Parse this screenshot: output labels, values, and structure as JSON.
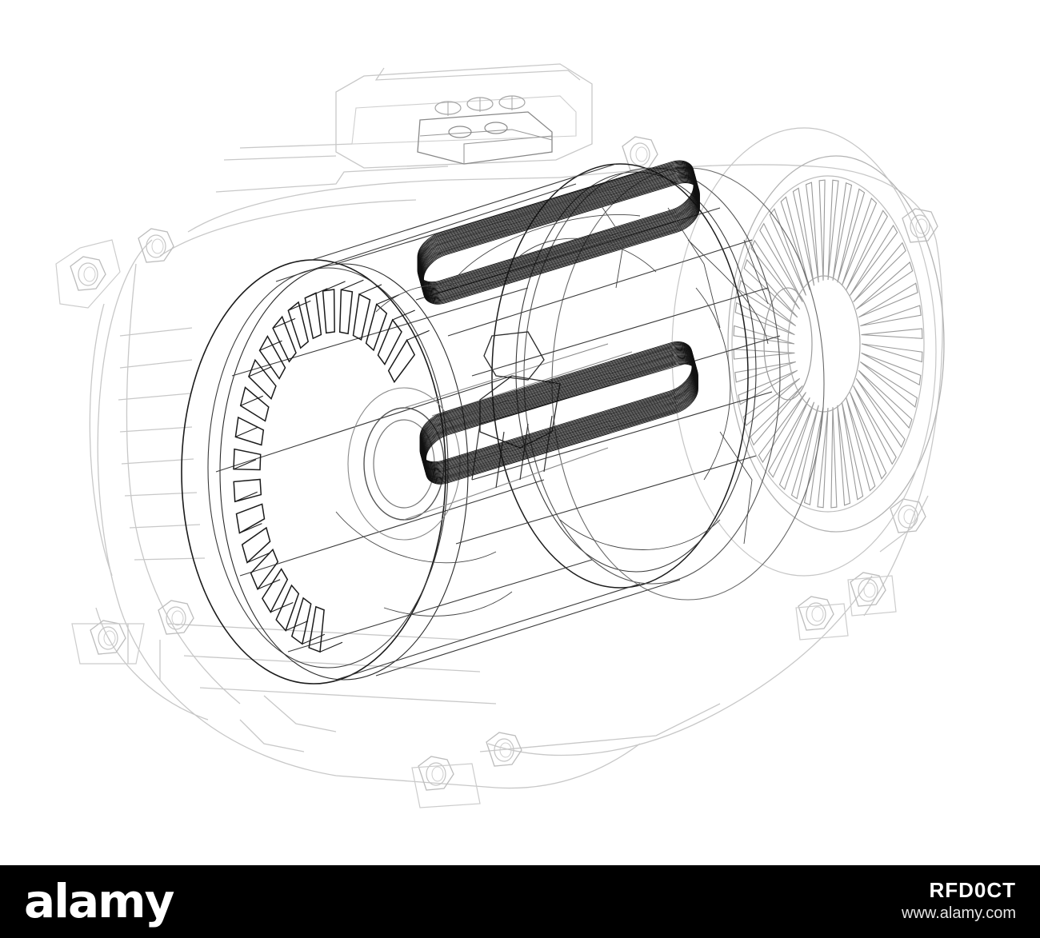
{
  "illustration": {
    "subject": "wireframe-electric-motor",
    "colors": {
      "background": "#ffffff",
      "faint_line": "#c4c4c4",
      "mid_line": "#8a8a8a",
      "dark_line": "#1c1c1c"
    }
  },
  "footer": {
    "logo_text": "alamy",
    "image_id": "RFD0CT",
    "url": "www.alamy.com",
    "colors": {
      "background": "#000000",
      "text": "#ffffff"
    }
  }
}
